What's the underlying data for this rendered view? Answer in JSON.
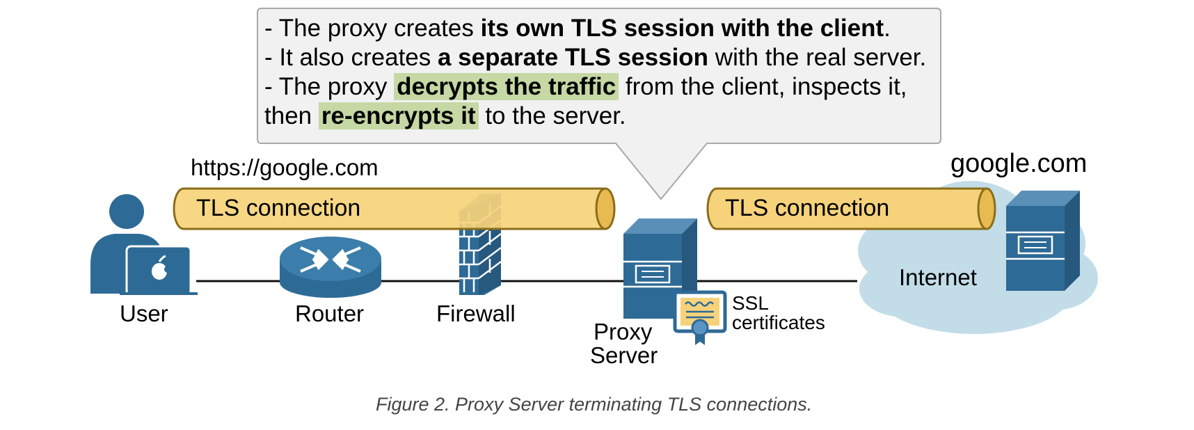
{
  "callout": {
    "line1": {
      "pre": "- The proxy creates ",
      "bold": "its own TLS session with the client",
      "post": "."
    },
    "line2": {
      "pre": "- It also creates ",
      "bold": "a separate TLS session",
      "post": " with the real server."
    },
    "line3": {
      "pre": "- The proxy ",
      "hl": "decrypts the traffic",
      "post": " from the client, inspects it,"
    },
    "line4": {
      "pre": "then ",
      "hl": "re-encrypts it",
      "post": " to the server."
    }
  },
  "url_label": "https://google.com",
  "server_label": "google.com",
  "tls_left": "TLS connection",
  "tls_right": "TLS connection",
  "nodes": {
    "user": "User",
    "router": "Router",
    "firewall": "Firewall",
    "proxy_line1": "Proxy",
    "proxy_line2": "Server",
    "ssl_line1": "SSL",
    "ssl_line2": "certificates",
    "internet": "Internet"
  },
  "caption": "Figure 2. Proxy Server terminating TLS connections.",
  "colors": {
    "device_blue": "#2e6a96",
    "tube_fill": "#f6d27a",
    "tube_stroke": "#8a6d1a",
    "highlight": "#c6d8a4",
    "cloud": "#c2dde8",
    "callout_bg": "#f1f1f1",
    "callout_border": "#a8a8a8"
  }
}
